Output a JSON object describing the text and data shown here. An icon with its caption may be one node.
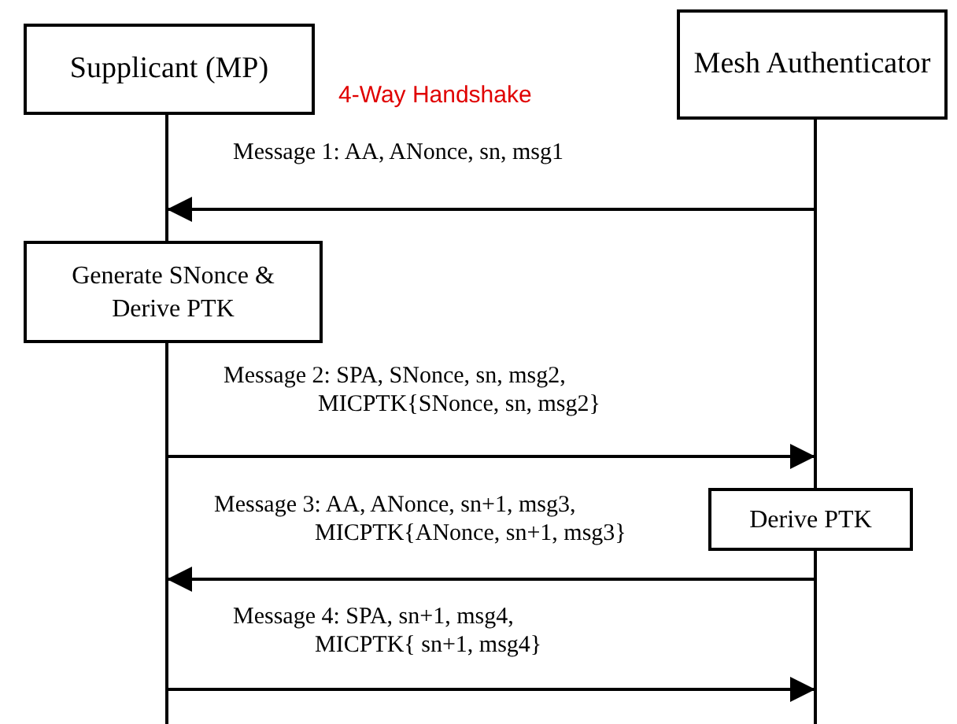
{
  "diagram": {
    "title": "4-Way Handshake",
    "nodes": [
      {
        "text": [
          "Supplicant (MP)"
        ]
      },
      {
        "text": [
          "Mesh Authenticator"
        ]
      },
      {
        "text": [
          "Generate SNonce & Derive PTK"
        ]
      },
      {
        "text": [
          "Derive PTK"
        ]
      }
    ],
    "edges": [
      {
        "from": 1,
        "to": 0,
        "arrow": "to",
        "label": "Message 1: AA, ANonce, sn, msg1"
      },
      {
        "from": 2,
        "to": 1,
        "arrow": "to",
        "label": "Message 2: SPA, SNonce, sn, msg2, MICPTK{SNonce, sn, msg2}"
      },
      {
        "from": 3,
        "to": 2,
        "arrow": "to",
        "label": "Message 3: AA, ANonce, sn+1, msg3, MICPTK{ANonce, sn+1, msg3}"
      },
      {
        "from": 2,
        "to": 3,
        "arrow": "to",
        "label": "Message 4: SPA, sn+1, msg4, MICPTK{ sn+1, msg4}"
      }
    ]
  }
}
